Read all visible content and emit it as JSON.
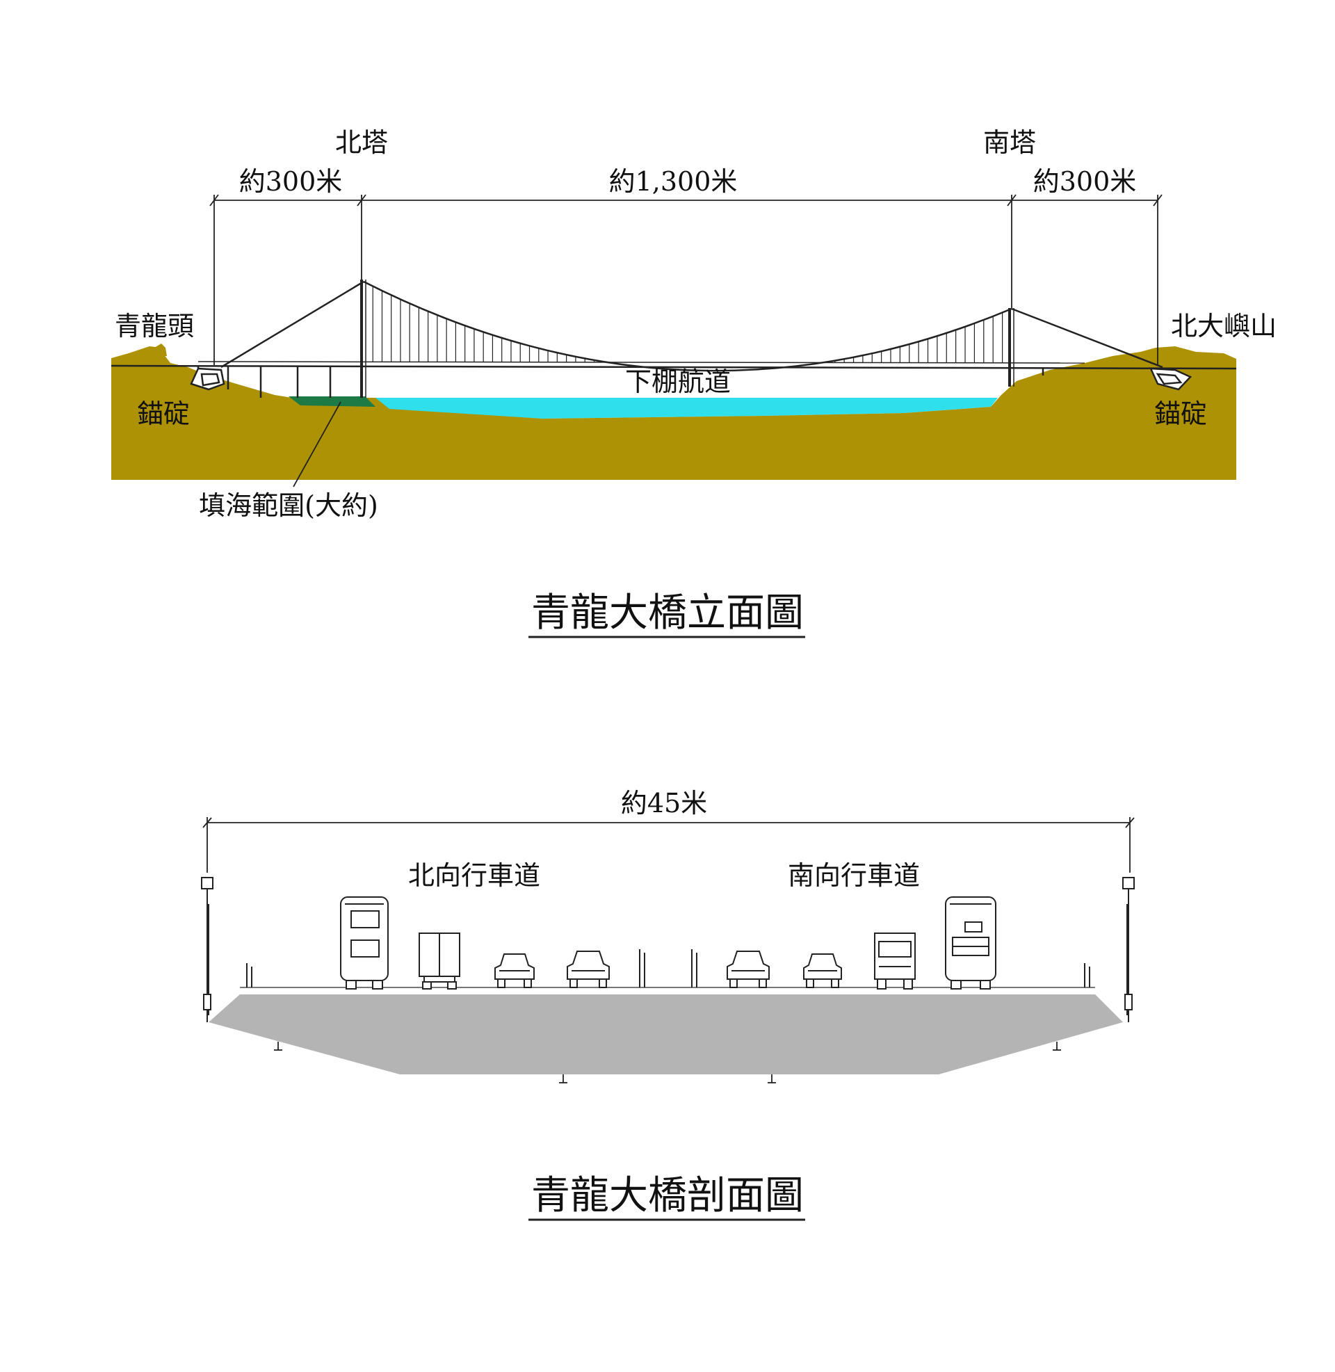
{
  "elevation": {
    "title": "青龍大橋立面圖",
    "north_tower": "北塔",
    "south_tower": "南塔",
    "span_left": "約300米",
    "span_main": "約1,300米",
    "span_right": "約300米",
    "left_place": "青龍頭",
    "right_place": "北大嶼山",
    "anchor_left": "錨碇",
    "anchor_right": "錨碇",
    "channel": "下棚航道",
    "reclamation": "填海範圍(大約)"
  },
  "section": {
    "title": "青龍大橋剖面圖",
    "width": "約45米",
    "north_carriageway": "北向行車道",
    "south_carriageway": "南向行車道"
  },
  "colors": {
    "ground": "#AE9206",
    "water": "#2FE0EC",
    "reclamation": "#1D7A45",
    "deck": "#B4B4B4",
    "line": "#222222"
  }
}
